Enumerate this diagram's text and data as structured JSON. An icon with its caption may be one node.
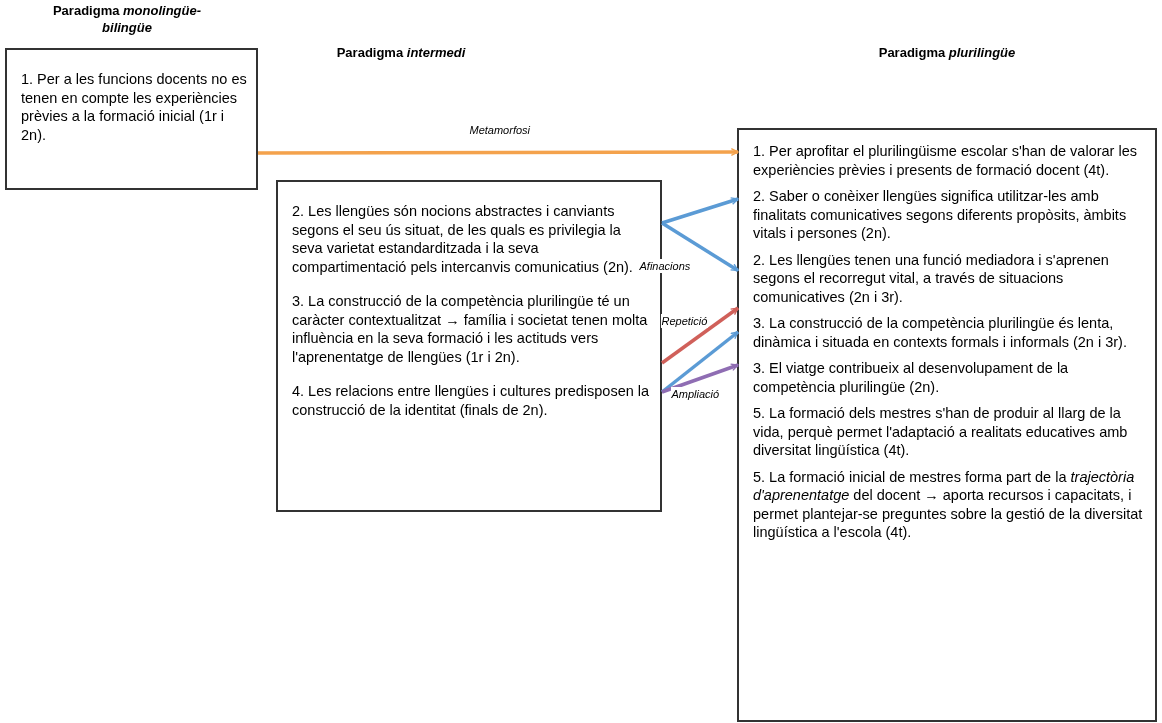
{
  "diagram": {
    "nodes": [
      {
        "text": [
          "Paradigma *monolingüe-bilingüe*",
          "1. Per a les funcions docents no es tenen en compte les experiències prèvies a la formació inicial (1r i 2n)."
        ]
      },
      {
        "text": [
          "2. Les llengües són nocions abstractes i canviants segons el seu ús situat, de les quals es privilegia la seva varietat estandarditzada i la seva compartimentació pels intercanvis comunicatius (2n).",
          "3. La construcció de la competència plurilingüe té un caràcter contextualitzat → família i societat tenen molta influència en la seva formació i les actituds vers l'aprenentatge de llengües (1r i 2n).",
          "4. Les relacions entre llengües i cultures predisposen la construcció de la identitat (finals de 2n)."
        ]
      },
      {
        "text": [],
        "shape": "box"
      },
      {
        "text": [
          "1. Per aprofitar el plurilingüisme escolar s'han de valorar les experiències prèvies i presents de formació docent (4t)."
        ],
        "in": 2
      },
      {
        "text": [
          "2. Saber o conèixer llengües significa utilitzar-les amb finalitats comunicatives segons diferents propòsits, àmbits vitals i persones (2n)."
        ],
        "in": 2
      },
      {
        "text": [
          "2. Les llengües tenen una funció mediadora i s'aprenen segons el recorregut vital, a través de situacions comunicatives (2n i 3r)."
        ],
        "in": 2
      },
      {
        "text": [
          "3. La construcció de la competència plurilingüe és lenta, dinàmica i situada en contexts formals i informals (2n i 3r)."
        ],
        "in": 2
      },
      {
        "text": [
          "3. El viatge contribueix al desenvolupament de la competència plurilingüe (2n)."
        ],
        "in": 2
      },
      {
        "text": [
          "5. La formació dels mestres s'han de produir al llarg de la vida, perquè permet l'adaptació a realitats educatives amb diversitat lingüística (4t)."
        ],
        "in": 2
      },
      {
        "text": [
          "5. La formació inicial de mestres forma part de la *trajectòria d'aprenentatge* del docent → aporta recursos i capacitats, i permet plantejar-se preguntes sobre la gestió de la diversitat lingüística a l'escola (4t)."
        ],
        "in": 2
      }
    ],
    "edges": [
      {
        "from": 0,
        "to": 3,
        "arrow": "to",
        "label": "Metamorfosi",
        "color": "#f4a24c"
      },
      {
        "from": 1,
        "to": 4,
        "arrow": "to"
      },
      {
        "from": 1,
        "to": 5,
        "arrow": "to",
        "label": "Afinacions"
      },
      {
        "from": 1,
        "to": 6,
        "arrow": "to",
        "label": "Repetició",
        "color": "#d0605a"
      },
      {
        "from": 1,
        "to": 6,
        "arrow": "to"
      },
      {
        "from": 1,
        "to": 7,
        "arrow": "to",
        "label": "Ampliació",
        "color": "#8f6db3"
      }
    ],
    "labels": [
      "Paradigma *intermedi*",
      "Paradigma *plurilingüe*"
    ]
  }
}
